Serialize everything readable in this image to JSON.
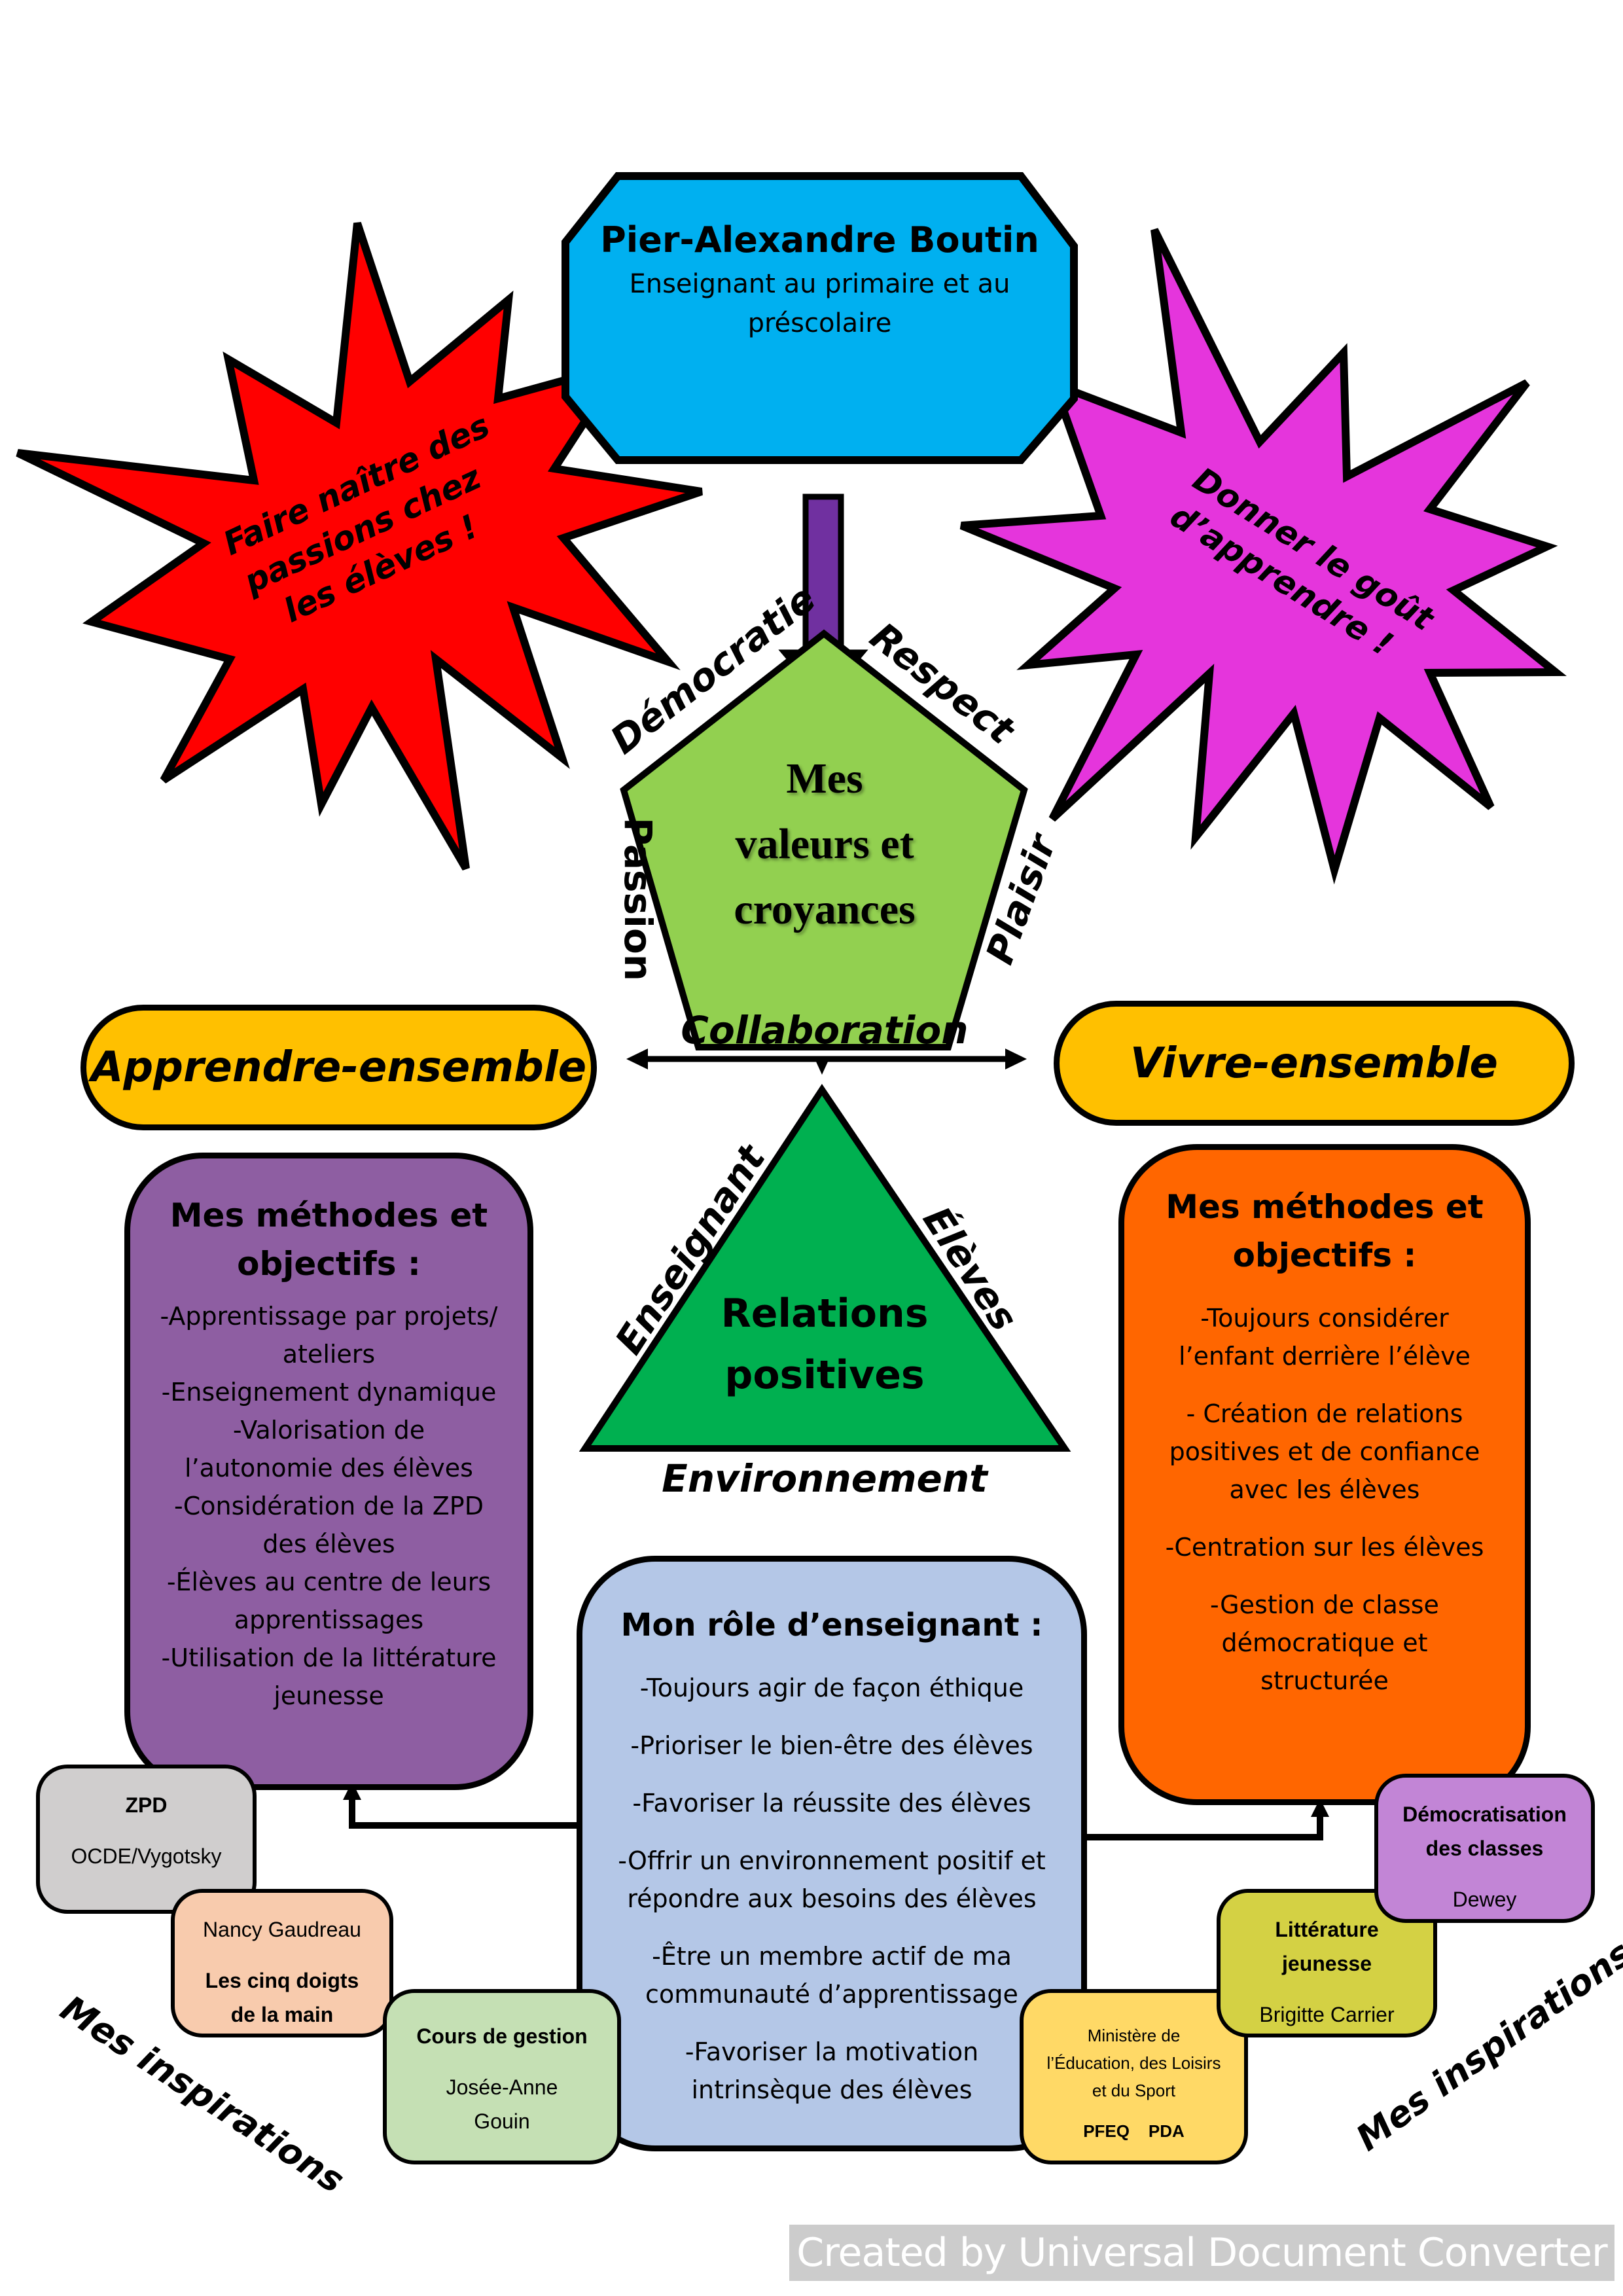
{
  "header": {
    "name": "Pier-Alexandre Boutin",
    "role_line1": "Enseignant au primaire et au",
    "role_line2": "préscolaire"
  },
  "stars": {
    "left": {
      "lines": [
        "Faire naître des",
        "passions chez",
        "les élèves !"
      ],
      "color": "#ff0000"
    },
    "right": {
      "lines": [
        "Donner le goût",
        "d’apprendre !"
      ],
      "color": "#e535dc"
    }
  },
  "values": {
    "title_lines": [
      "Mes",
      "valeurs et",
      "croyances"
    ],
    "color": "#92d050",
    "edges": {
      "top_left": "Démocratie",
      "top_right": "Respect",
      "left": "Passion",
      "right": "Plaisir",
      "bottom": "Collaboration"
    }
  },
  "relations": {
    "title_lines": [
      "Relations",
      "positives"
    ],
    "color": "#00b050",
    "edges": {
      "left": "Enseignant",
      "right": "Élèves",
      "bottom": "Environnement"
    }
  },
  "pills": {
    "left": "Apprendre-ensemble",
    "right": "Vivre-ensemble",
    "color": "#ffc000"
  },
  "left_box": {
    "title_lines": [
      "Mes méthodes et",
      "objectifs :"
    ],
    "items": [
      "-Apprentissage par projets/",
      "ateliers",
      "-Enseignement dynamique",
      "-Valorisation de",
      "l’autonomie des élèves",
      "-Considération de la ZPD",
      "des élèves",
      "-Élèves au centre de leurs",
      "apprentissages",
      "-Utilisation de la littérature",
      "jeunesse"
    ],
    "color": "#8e5ea2"
  },
  "right_box": {
    "title_lines": [
      "Mes méthodes et",
      "objectifs :"
    ],
    "items": [
      [
        "-Toujours considérer",
        "l’enfant derrière l’élève"
      ],
      [
        "- Création de relations",
        "positives et de confiance",
        "avec les élèves"
      ],
      [
        "-Centration sur les élèves"
      ],
      [
        "-Gestion de classe",
        "démocratique et",
        "structurée"
      ]
    ],
    "color": "#ff6600"
  },
  "center_box": {
    "title": "Mon rôle d’enseignant :",
    "items": [
      [
        "-Toujours agir de façon éthique"
      ],
      [
        "-Prioriser le bien-être des élèves"
      ],
      [
        "-Favoriser la réussite des élèves"
      ],
      [
        "-Offrir un environnement positif et",
        "répondre aux besoins des élèves"
      ],
      [
        "-Être un membre actif de ma",
        "communauté d’apprentissage"
      ],
      [
        "-Favoriser la motivation",
        "intrinsèque des élèves"
      ]
    ],
    "color": "#b4c7e7"
  },
  "inspirations": {
    "label": "Mes inspirations",
    "cards": [
      {
        "id": "zpd",
        "lines": [
          {
            "t": "ZPD",
            "b": true
          },
          {
            "t": "",
            "b": false
          },
          {
            "t": "OCDE/Vygotsky",
            "b": false
          }
        ],
        "color": "#d0cece"
      },
      {
        "id": "nancy",
        "lines": [
          {
            "t": "Nancy Gaudreau",
            "b": false
          },
          {
            "t": "",
            "b": false
          },
          {
            "t": "Les cinq doigts",
            "b": true
          },
          {
            "t": "de la main",
            "b": true
          }
        ],
        "color": "#f8cbad"
      },
      {
        "id": "cours",
        "lines": [
          {
            "t": "Cours de gestion",
            "b": true
          },
          {
            "t": "",
            "b": false
          },
          {
            "t": "Josée-Anne",
            "b": false
          },
          {
            "t": "Gouin",
            "b": false
          }
        ],
        "color": "#c5e0b4"
      },
      {
        "id": "ministere",
        "lines": [
          {
            "t": "Ministère de",
            "b": false
          },
          {
            "t": "l’Éducation, des Loisirs",
            "b": false
          },
          {
            "t": "et du Sport",
            "b": false
          },
          {
            "t": "",
            "b": false
          },
          {
            "t": "PFEQ    PDA",
            "b": true
          }
        ],
        "color": "#ffd966"
      },
      {
        "id": "litterature",
        "lines": [
          {
            "t": "Littérature",
            "b": true
          },
          {
            "t": "jeunesse",
            "b": true
          },
          {
            "t": "",
            "b": false
          },
          {
            "t": "Brigitte Carrier",
            "b": false
          }
        ],
        "color": "#d4d144"
      },
      {
        "id": "democratisation",
        "lines": [
          {
            "t": "Démocratisation",
            "b": true
          },
          {
            "t": "des classes",
            "b": true
          },
          {
            "t": "",
            "b": false
          },
          {
            "t": "Dewey",
            "b": false
          }
        ],
        "color": "#c285d6"
      }
    ]
  },
  "header_box_color": "#00b0f0",
  "arrow_color": "#7030a0",
  "watermark": "Created by Universal Document Converter"
}
